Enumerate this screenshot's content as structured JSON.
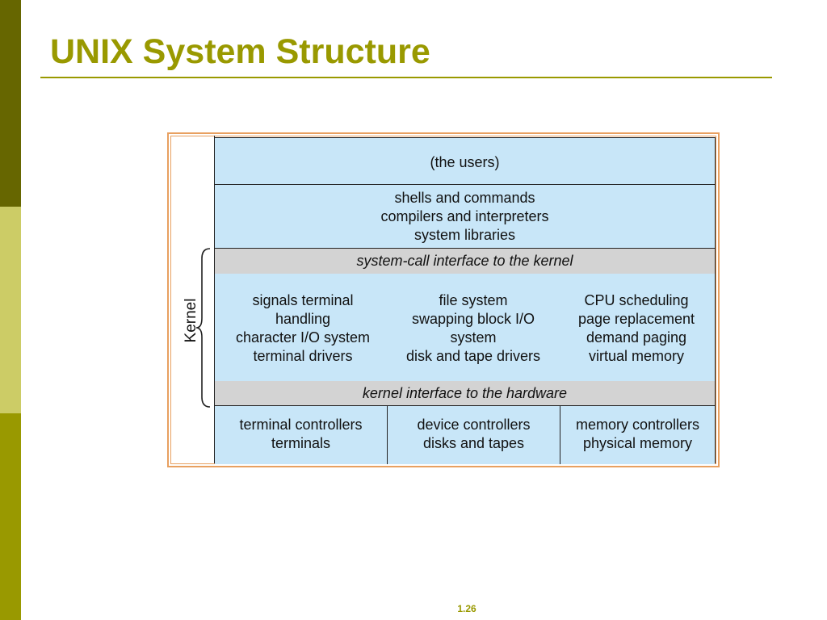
{
  "slide": {
    "title": "UNIX System Structure",
    "page_number": "1.26"
  },
  "diagram": {
    "kernel_label": "Kernel",
    "users": "(the users)",
    "shells": [
      "shells and commands",
      "compilers and interpreters",
      "system libraries"
    ],
    "syscall_interface": "system-call interface to the kernel",
    "kernel_columns": [
      [
        "signals terminal",
        "handling",
        "character I/O system",
        "terminal drivers"
      ],
      [
        "file system",
        "swapping block I/O",
        "system",
        "disk and tape drivers"
      ],
      [
        "CPU scheduling",
        "page replacement",
        "demand paging",
        "virtual memory"
      ]
    ],
    "hardware_interface": "kernel interface to the hardware",
    "hardware_columns": [
      [
        "terminal controllers",
        "terminals"
      ],
      [
        "device controllers",
        "disks and tapes"
      ],
      [
        "memory controllers",
        "physical memory"
      ]
    ]
  },
  "colors": {
    "accent": "#999900",
    "stripe_dark": "#666600",
    "stripe_light": "#cccc66",
    "layer_blue": "#c8e6f8",
    "interface_gray": "#d3d3d3",
    "frame_orange": "#e8a060"
  }
}
